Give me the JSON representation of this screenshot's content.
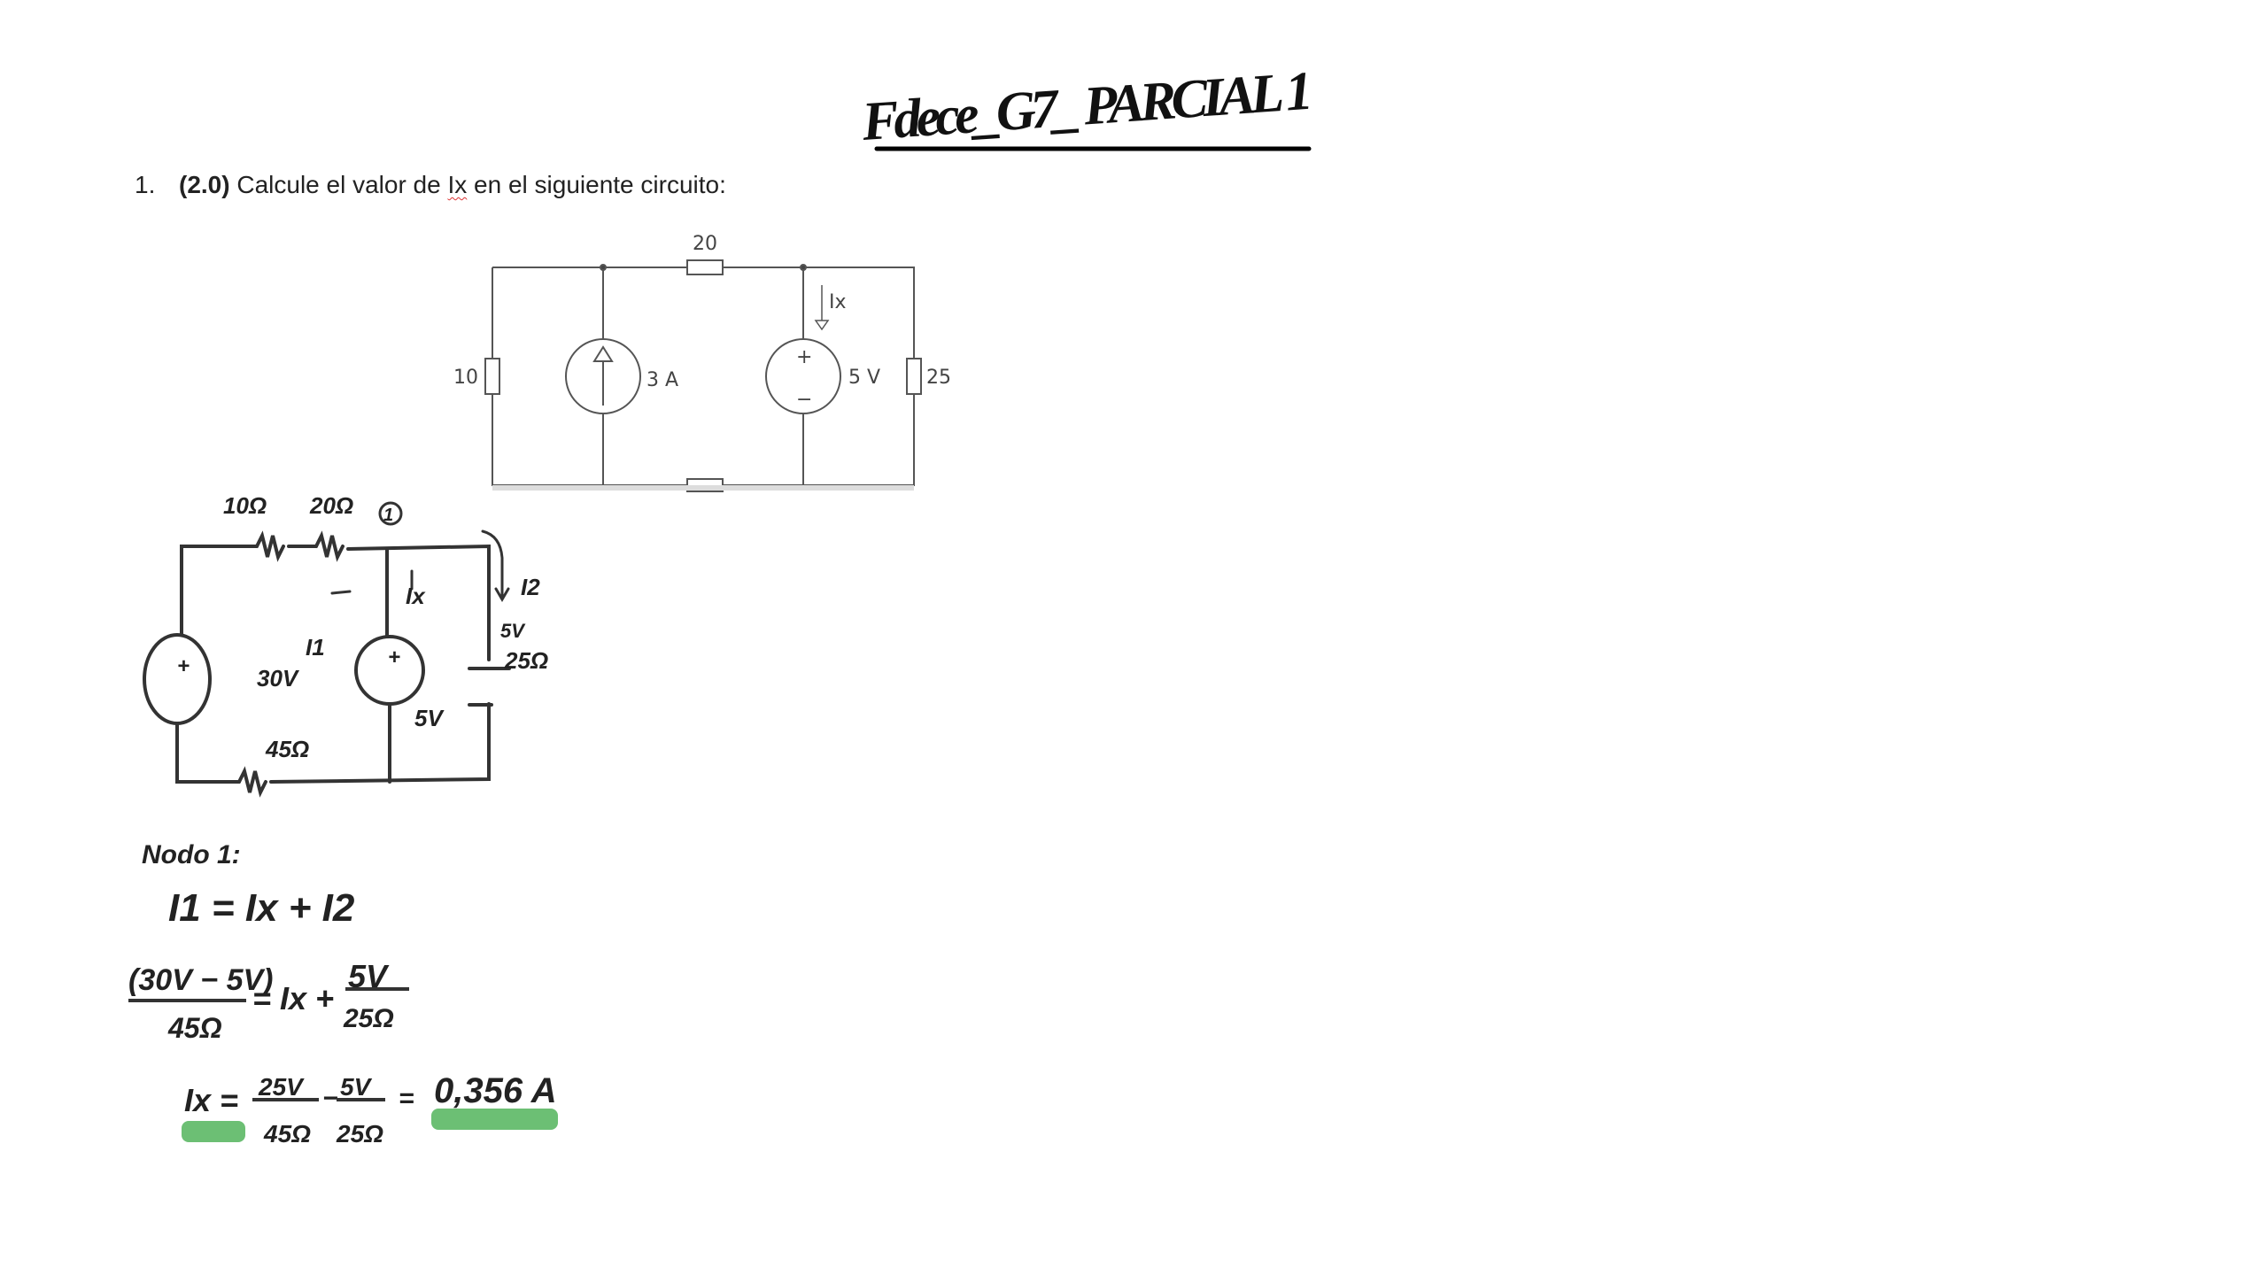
{
  "header": {
    "handwritten_title": "Fdece_G7_ PARCIAL 1"
  },
  "question": {
    "number": "1.",
    "points": "(2.0)",
    "text_before": " Calcule el valor de ",
    "variable": "Ix",
    "text_after": " en el siguiente circuito:"
  },
  "schematic": {
    "r_top": "20",
    "r_left": "10",
    "r_right": "25",
    "current_source": "3 A",
    "voltage_source": "5 V",
    "current_label": "Ix",
    "plus": "+",
    "minus": "−"
  },
  "handwritten_circuit": {
    "r1": "10Ω",
    "r2": "20Ω",
    "r3": "45Ω",
    "r4": "25Ω",
    "node": "1",
    "source_left": "30V",
    "source_mid": "5V",
    "source_right": "5V",
    "i1": "I1",
    "ix": "Ix",
    "i2": "I2"
  },
  "solution": {
    "heading": "Nodo 1:",
    "eq1": "I1 = Ix + I2",
    "eq2_num": "(30V − 5V)",
    "eq2_den": "45Ω",
    "eq2_mid": "= Ix +",
    "eq2_num2": "5V",
    "eq2_den2": "25Ω",
    "eq3_lhs": "Ix =",
    "eq3_n1": "25V",
    "eq3_d1": "45Ω",
    "eq3_op": "−",
    "eq3_n2": "5V",
    "eq3_d2": "25Ω",
    "eq3_eq": "=",
    "result": "0,356 A",
    "highlight_color": "#6cbf74"
  }
}
